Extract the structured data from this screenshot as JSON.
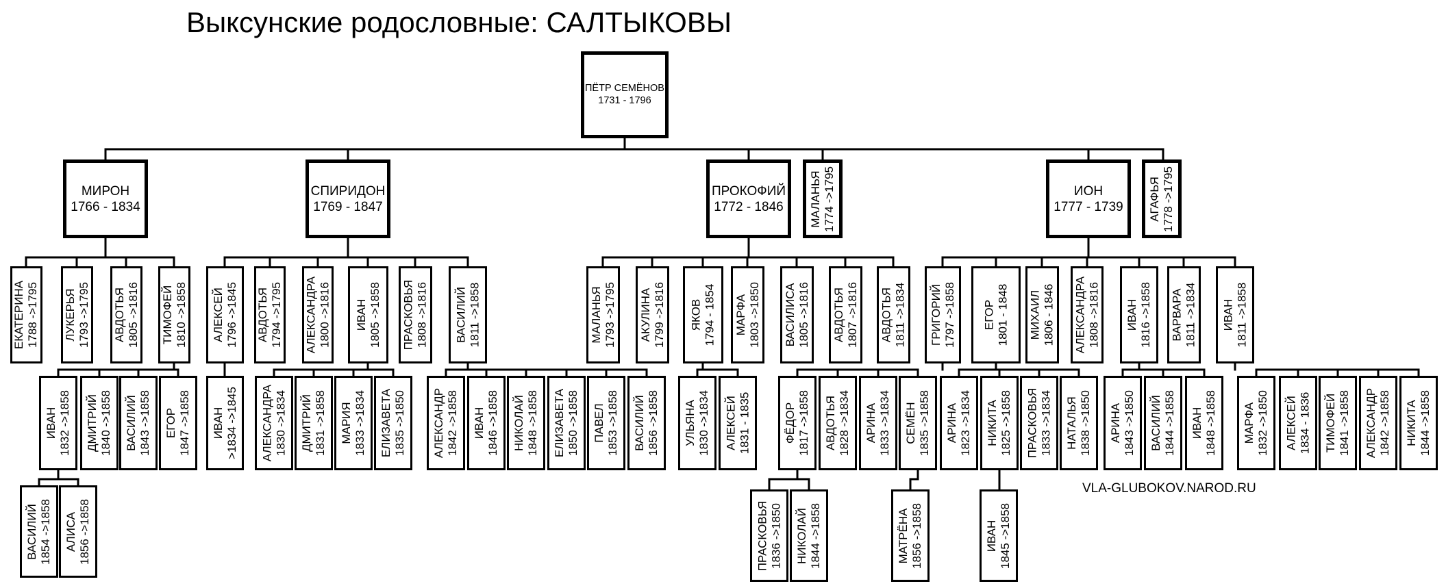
{
  "title": "Выксунские родословные: САЛТЫКОВЫ",
  "credit": "VLA-GLUBOKOV.NAROD.RU",
  "colors": {
    "line": "#000000",
    "box_fill": "#ffffff",
    "text": "#000000"
  },
  "people": {
    "petr": {
      "name": "ПЁТР СЕМЁНОВ",
      "dates": "1731 - 1796"
    },
    "miron": {
      "name": "МИРОН",
      "dates": "1766 - 1834"
    },
    "spiridon": {
      "name": "СПИРИДОН",
      "dates": "1769 - 1847"
    },
    "prokofiy": {
      "name": "ПРОКОФИЙ",
      "dates": "1772 - 1846"
    },
    "malanya1": {
      "name": "МАЛАНЬЯ",
      "dates": "1774 ->1795"
    },
    "ion": {
      "name": "ИОН",
      "dates": "1777 - 1739"
    },
    "agafya": {
      "name": "АГАФЬЯ",
      "dates": "1778 ->1795"
    },
    "ekaterina": {
      "name": "ЕКАТЕРИНА",
      "dates": "1788 ->1795"
    },
    "lukerya": {
      "name": "ЛУКЕРЬЯ",
      "dates": "1793 ->1795"
    },
    "avdotya_m": {
      "name": "АВДОТЬЯ",
      "dates": "1805 ->1816"
    },
    "timofey": {
      "name": "ТИМОФЕЙ",
      "dates": "1810 ->1858"
    },
    "ivan_t": {
      "name": "ИВАН",
      "dates": "1832 ->1858"
    },
    "dmitriy_t": {
      "name": "ДМИТРИЙ",
      "dates": "1840 ->1858"
    },
    "vasiliy_t": {
      "name": "ВАСИЛИЙ",
      "dates": "1843 ->1858"
    },
    "egor_t": {
      "name": "ЕГОР",
      "dates": "1847 ->1858"
    },
    "vasiliy_i": {
      "name": "ВАСИЛИЙ",
      "dates": "1854 ->1858"
    },
    "alisa": {
      "name": "АЛИСА",
      "dates": "1856 ->1858"
    },
    "aleksey_s": {
      "name": "АЛЕКСЕЙ",
      "dates": "1796 ->1845"
    },
    "ivan_a": {
      "name": "ИВАН",
      "dates": ">1834 ->1845"
    },
    "avdotya_s": {
      "name": "АВДОТЬЯ",
      "dates": "1794 ->1795"
    },
    "aleksandra_s": {
      "name": "АЛЕКСАНДРА",
      "dates": "1800 ->1816"
    },
    "ivan_s": {
      "name": "ИВАН",
      "dates": "1805 ->1858"
    },
    "aleksandra_i": {
      "name": "АЛЕКСАНДРА",
      "dates": "1830 ->1834"
    },
    "dmitriy_i": {
      "name": "ДМИТРИЙ",
      "dates": "1831 ->1858"
    },
    "mariya_i": {
      "name": "МАРИЯ",
      "dates": "1833 ->1834"
    },
    "elizaveta_i": {
      "name": "ЕЛИЗАВЕТА",
      "dates": "1835 ->1850"
    },
    "praskovya_s": {
      "name": "ПРАСКОВЬЯ",
      "dates": "1808 ->1816"
    },
    "vasiliy_s": {
      "name": "ВАСИЛИЙ",
      "dates": "1811 ->1858"
    },
    "aleksandr_v": {
      "name": "АЛЕКСАНДР",
      "dates": "1842 ->1858"
    },
    "ivan_v": {
      "name": "ИВАН",
      "dates": "1846 ->1858"
    },
    "nikolay_v": {
      "name": "НИКОЛАЙ",
      "dates": "1848 ->1858"
    },
    "elizaveta_v": {
      "name": "ЕЛИЗАВЕТА",
      "dates": "1850 ->1858"
    },
    "pavel_v": {
      "name": "ПАВЕЛ",
      "dates": "1853 ->1858"
    },
    "vasiliy_v": {
      "name": "ВАСИЛИЙ",
      "dates": "1856 ->1858"
    },
    "malanya_p": {
      "name": "МАЛАНЬЯ",
      "dates": "1793 ->1795"
    },
    "akulina_p": {
      "name": "АКУЛИНА",
      "dates": "1799 ->1816"
    },
    "yakov_p": {
      "name": "ЯКОВ",
      "dates": "1794 - 1854"
    },
    "ulyana_y": {
      "name": "УЛЬЯНА",
      "dates": "1830 ->1834"
    },
    "aleksey_y": {
      "name": "АЛЕКСЕЙ",
      "dates": "1831 - 1835"
    },
    "marfa_p": {
      "name": "МАРФА",
      "dates": "1803 ->1850"
    },
    "vasilisa_p": {
      "name": "ВАСИЛИСА",
      "dates": "1805 ->1816"
    },
    "avdotya_p1": {
      "name": "АВДОТЬЯ",
      "dates": "1807 ->1816"
    },
    "avdotya_p2": {
      "name": "АВДОТЬЯ",
      "dates": "1811 ->1834"
    },
    "grigoriy": {
      "name": "ГРИГОРИЙ",
      "dates": "1797 ->1858"
    },
    "fedor_g": {
      "name": "ФЁДОР",
      "dates": "1817 ->1858"
    },
    "avdotya_g": {
      "name": "АВДОТЬЯ",
      "dates": "1828 ->1834"
    },
    "arina_g": {
      "name": "АРИНА",
      "dates": "1833 ->1834"
    },
    "semen_g": {
      "name": "СЕМЁН",
      "dates": "1835 ->1858"
    },
    "praskovya_f": {
      "name": "ПРАСКОВЬЯ",
      "dates": "1836 ->1850"
    },
    "nikolay_f": {
      "name": "НИКОЛАЙ",
      "dates": "1844 ->1858"
    },
    "matrena_s": {
      "name": "МАТРЁНА",
      "dates": "1856 ->1858"
    },
    "egor_i": {
      "name": "ЕГОР",
      "dates": "1801 - 1848"
    },
    "arina_e": {
      "name": "АРИНА",
      "dates": "1823 ->1834"
    },
    "nikita_e": {
      "name": "НИКИТА",
      "dates": "1825 ->1858"
    },
    "praskovya_e": {
      "name": "ПРАСКОВЬЯ",
      "dates": "1833 ->1834"
    },
    "natalya_e": {
      "name": "НАТАЛЬЯ",
      "dates": "1838 ->1850"
    },
    "ivan_n": {
      "name": "ИВАН",
      "dates": "1845 ->1858"
    },
    "mikhail_i": {
      "name": "МИХАИЛ",
      "dates": "1806 - 1846"
    },
    "aleksandra_ion": {
      "name": "АЛЕКСАНДРА",
      "dates": "1808 ->1816"
    },
    "ivan_ion1": {
      "name": "ИВАН",
      "dates": "1816 ->1858"
    },
    "arina_i2": {
      "name": "АРИНА",
      "dates": "1843 ->1850"
    },
    "vasiliy_i2": {
      "name": "ВАСИЛИЙ",
      "dates": "1844 ->1858"
    },
    "ivan_i2": {
      "name": "ИВАН",
      "dates": "1848 ->1858"
    },
    "varvara_ion": {
      "name": "ВАРВАРА",
      "dates": "1811 ->1834"
    },
    "ivan_ion2": {
      "name": "ИВАН",
      "dates": "1811 ->1858"
    },
    "marfa_i3": {
      "name": "МАРФА",
      "dates": "1832 ->1850"
    },
    "aleksey_i3": {
      "name": "АЛЕКСЕЙ",
      "dates": "1834 - 1836"
    },
    "timofey_i3": {
      "name": "ТИМОФЕЙ",
      "dates": "1841 ->1858"
    },
    "aleksandr_i3": {
      "name": "АЛЕКСАНДР",
      "dates": "1842 ->1858"
    },
    "nikita_i3": {
      "name": "НИКИТА",
      "dates": "1844 ->1858"
    }
  }
}
